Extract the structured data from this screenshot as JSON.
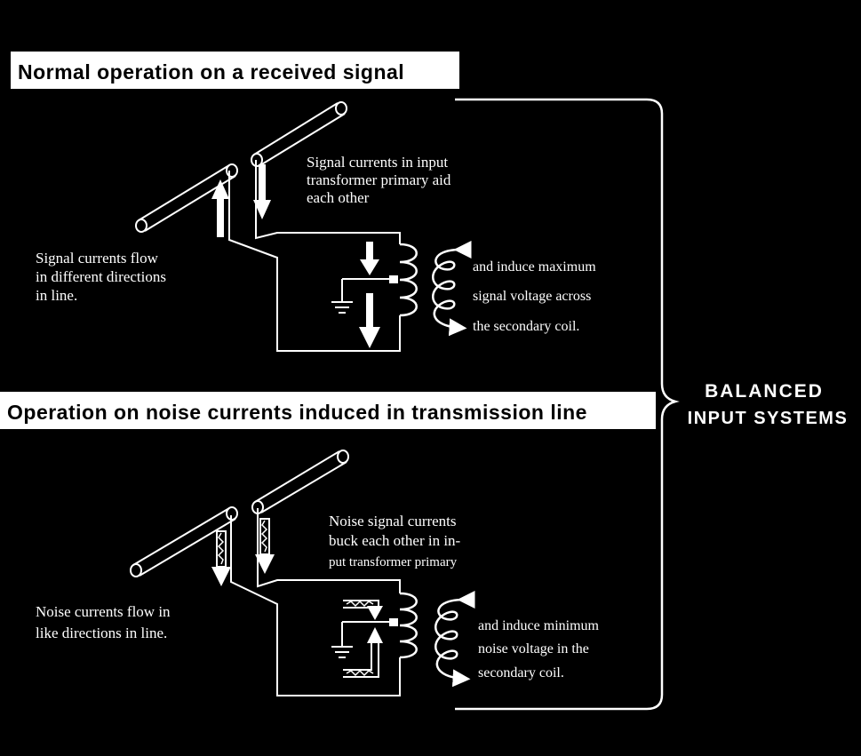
{
  "panels": [
    {
      "header": "Normal operation on a received signal",
      "primary_caption": [
        "Signal currents in input",
        "transformer primary  aid",
        "each other"
      ],
      "line_caption": [
        "Signal  currents  flow",
        "in different directions",
        "in line."
      ],
      "secondary_caption": [
        "and induce maximum",
        "signal voltage across",
        "the secondary coil."
      ]
    },
    {
      "header": "Operation on noise currents induced in transmission line",
      "primary_caption": [
        "Noise signal currents",
        "buck each other in in-",
        "put transformer primary"
      ],
      "line_caption": [
        "Noise  currents  flow  in",
        "like  directions  in  line."
      ],
      "secondary_caption": [
        "and induce minimum",
        "noise voltage in the",
        "secondary coil."
      ]
    }
  ],
  "side_label": [
    "BALANCED",
    "INPUT SYSTEMS"
  ]
}
